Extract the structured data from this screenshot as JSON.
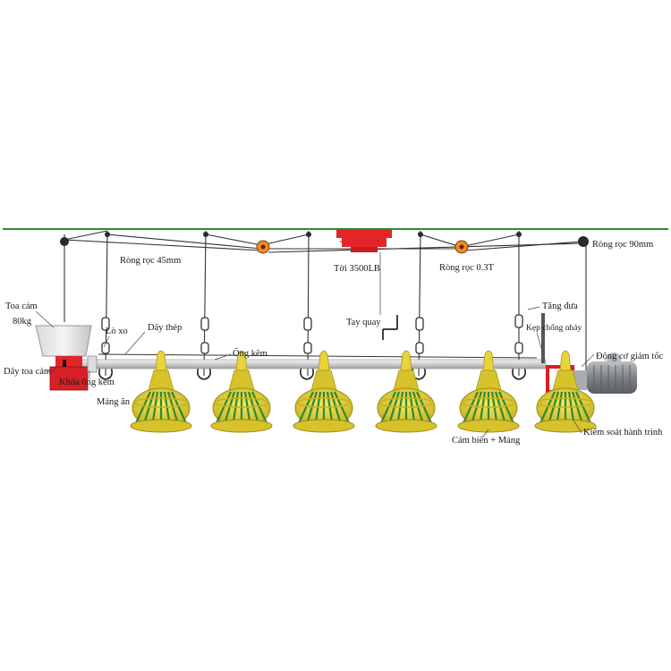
{
  "labels": {
    "pulley_45": "Ròng rọc 45mm",
    "winch": "Tời 3500LB",
    "pulley_03t": "Ròng rọc 0.3T",
    "pulley_90": "Ròng rọc 90mm",
    "hopper_1": "Toa cám",
    "hopper_2": "80kg",
    "crank": "Tay quay",
    "spring": "Lò xo",
    "steel_wire": "Dây thép",
    "zinc_pipe": "Ống kẽm",
    "turnbuckle": "Tăng đưa",
    "anti_jump_clamp": "Kẹp chống nhảy",
    "motor": "Động cơ giảm tốc",
    "hopper_rope": "Dây toa cám",
    "pipe_lock": "Khóa ống kẽm",
    "feeder_pan": "Máng ăn",
    "sensor_pan": "Cảm biến + Máng",
    "travel_control": "Kiểm soát hành trình"
  },
  "colors": {
    "ceiling_line": "#2e8b2e",
    "winch_red": "#e3242b",
    "pulley_orange": "#f08a24",
    "pan_yellow": "#e8d33a",
    "pan_green": "#2f8a2f",
    "motor_gray": "#8a8f94"
  }
}
